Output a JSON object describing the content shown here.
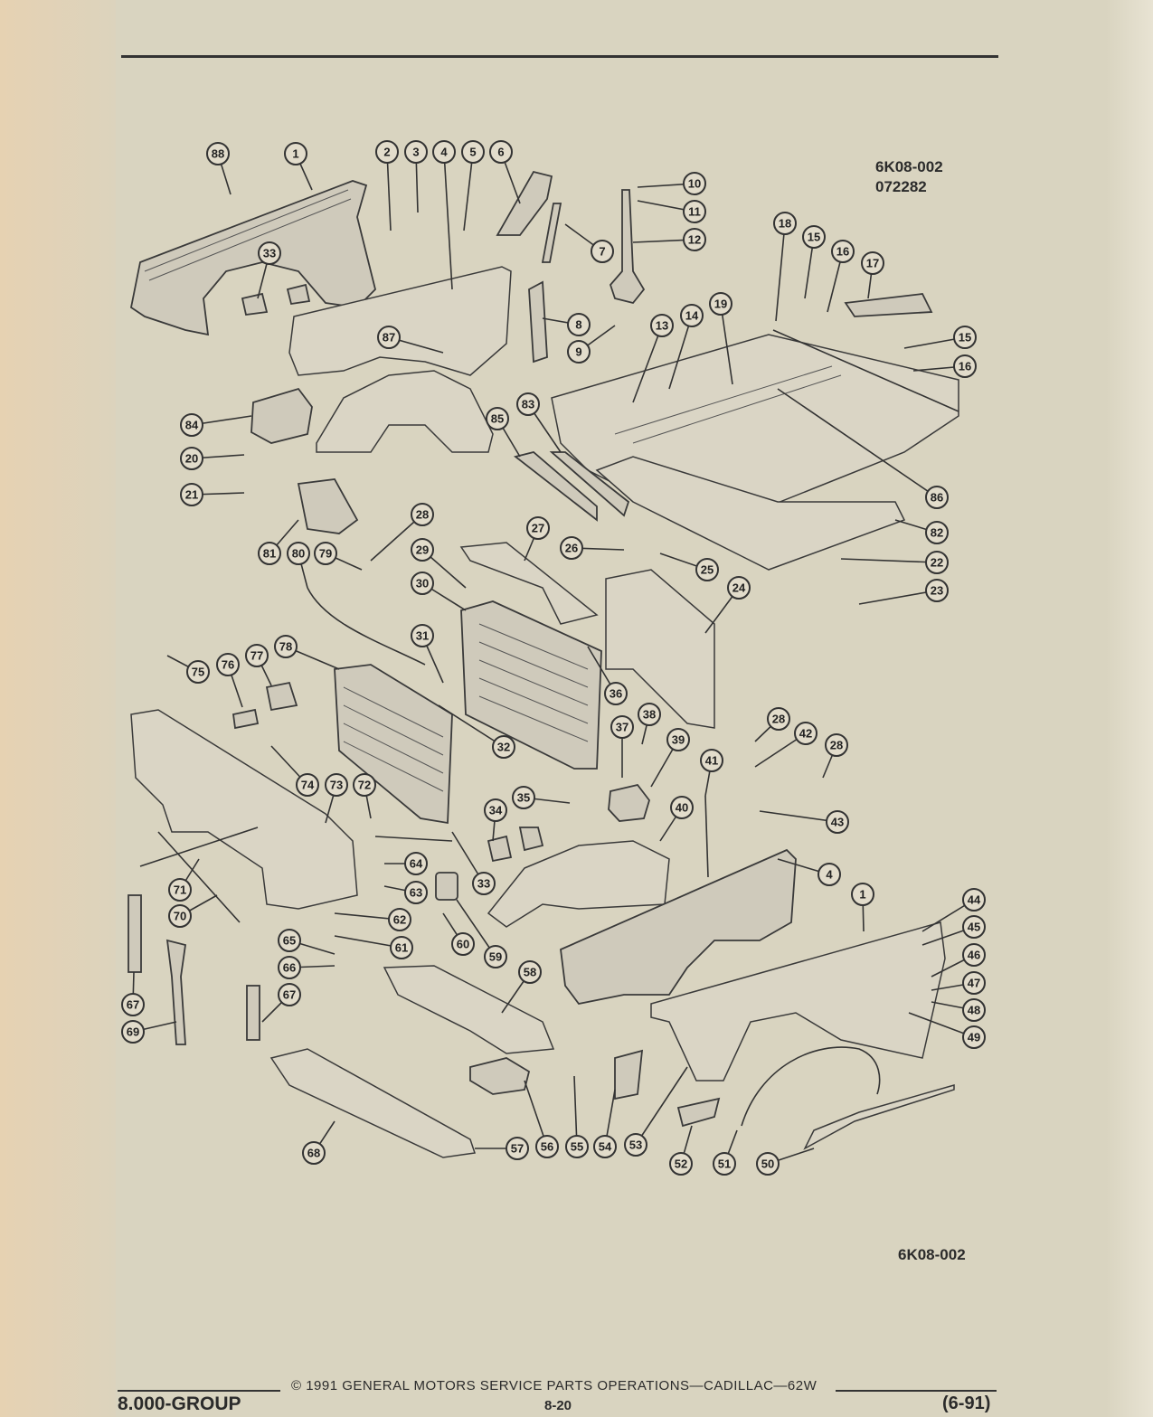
{
  "page": {
    "diagram_code": "6K08-002",
    "diagram_date": "072282",
    "diagram_code_bottom": "6K08-002",
    "footer": {
      "group": "8.000-GROUP",
      "copyright": "©  1991  GENERAL MOTORS SERVICE PARTS OPERATIONS—CADILLAC—62W",
      "page_number": "8-20",
      "date": "(6-91)"
    }
  },
  "callouts": [
    "88",
    "1",
    "2",
    "3",
    "4",
    "5",
    "6",
    "7",
    "10",
    "11",
    "12",
    "33",
    "18",
    "15",
    "16",
    "17",
    "8",
    "9",
    "13",
    "14",
    "19",
    "87",
    "15",
    "16",
    "84",
    "83",
    "85",
    "86",
    "20",
    "82",
    "21",
    "81",
    "80",
    "79",
    "28",
    "29",
    "27",
    "26",
    "25",
    "22",
    "23",
    "30",
    "24",
    "31",
    "75",
    "76",
    "77",
    "78",
    "36",
    "37",
    "38",
    "39",
    "32",
    "28",
    "42",
    "28",
    "41",
    "74",
    "73",
    "72",
    "35",
    "34",
    "40",
    "43",
    "71",
    "64",
    "33",
    "63",
    "4",
    "1",
    "44",
    "70",
    "62",
    "45",
    "65",
    "61",
    "60",
    "59",
    "46",
    "66",
    "58",
    "47",
    "67",
    "67",
    "48",
    "69",
    "49",
    "68",
    "57",
    "56",
    "55",
    "54",
    "53",
    "52",
    "51",
    "50"
  ]
}
